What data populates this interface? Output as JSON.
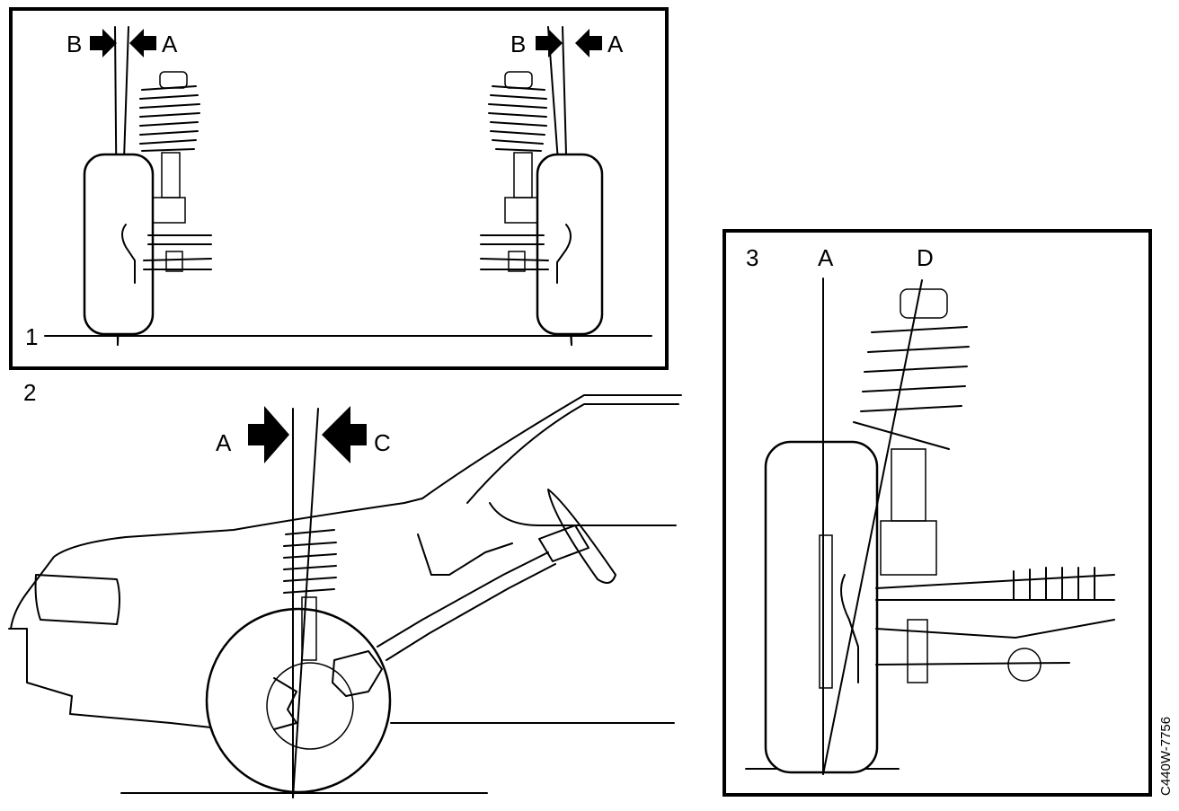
{
  "figure": {
    "reference_code": "C440W-7756",
    "panel_1": {
      "number": "1",
      "left_labels": {
        "b": "B",
        "a": "A"
      },
      "right_labels": {
        "b": "B",
        "a": "A"
      }
    },
    "panel_2": {
      "number": "2",
      "labels": {
        "a": "A",
        "c": "C"
      }
    },
    "panel_3": {
      "number": "3",
      "labels": {
        "a": "A",
        "d": "D"
      }
    }
  }
}
